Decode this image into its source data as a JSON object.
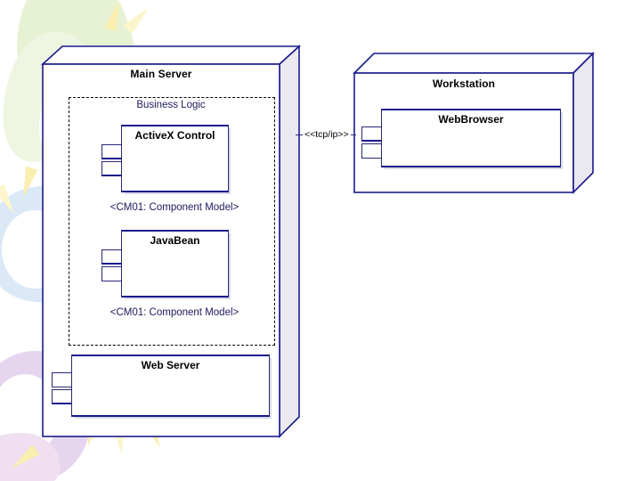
{
  "diagram": {
    "type": "uml-deployment-component-diagram",
    "background_accent": "#e4efcf",
    "line_color": "#1a1a8c"
  },
  "nodes": [
    {
      "id": "main-server",
      "label": "Main Server",
      "packages": [
        {
          "id": "business-logic",
          "label": "Business Logic",
          "components": [
            {
              "id": "activex-control",
              "label": "ActiveX Control",
              "caption": "<CM01: Component Model>"
            },
            {
              "id": "javabean",
              "label": "JavaBean",
              "caption": "<CM01: Component Model>"
            }
          ]
        }
      ],
      "components": [
        {
          "id": "web-server",
          "label": "Web Server",
          "caption": ""
        }
      ]
    },
    {
      "id": "workstation",
      "label": "Workstation",
      "packages": [],
      "components": [
        {
          "id": "webbrowser",
          "label": "WebBrowser",
          "caption": ""
        }
      ]
    }
  ],
  "connections": [
    {
      "id": "tcpip-link",
      "label": "<<tcp/ip>>",
      "from": "main-server",
      "to": "workstation"
    }
  ]
}
